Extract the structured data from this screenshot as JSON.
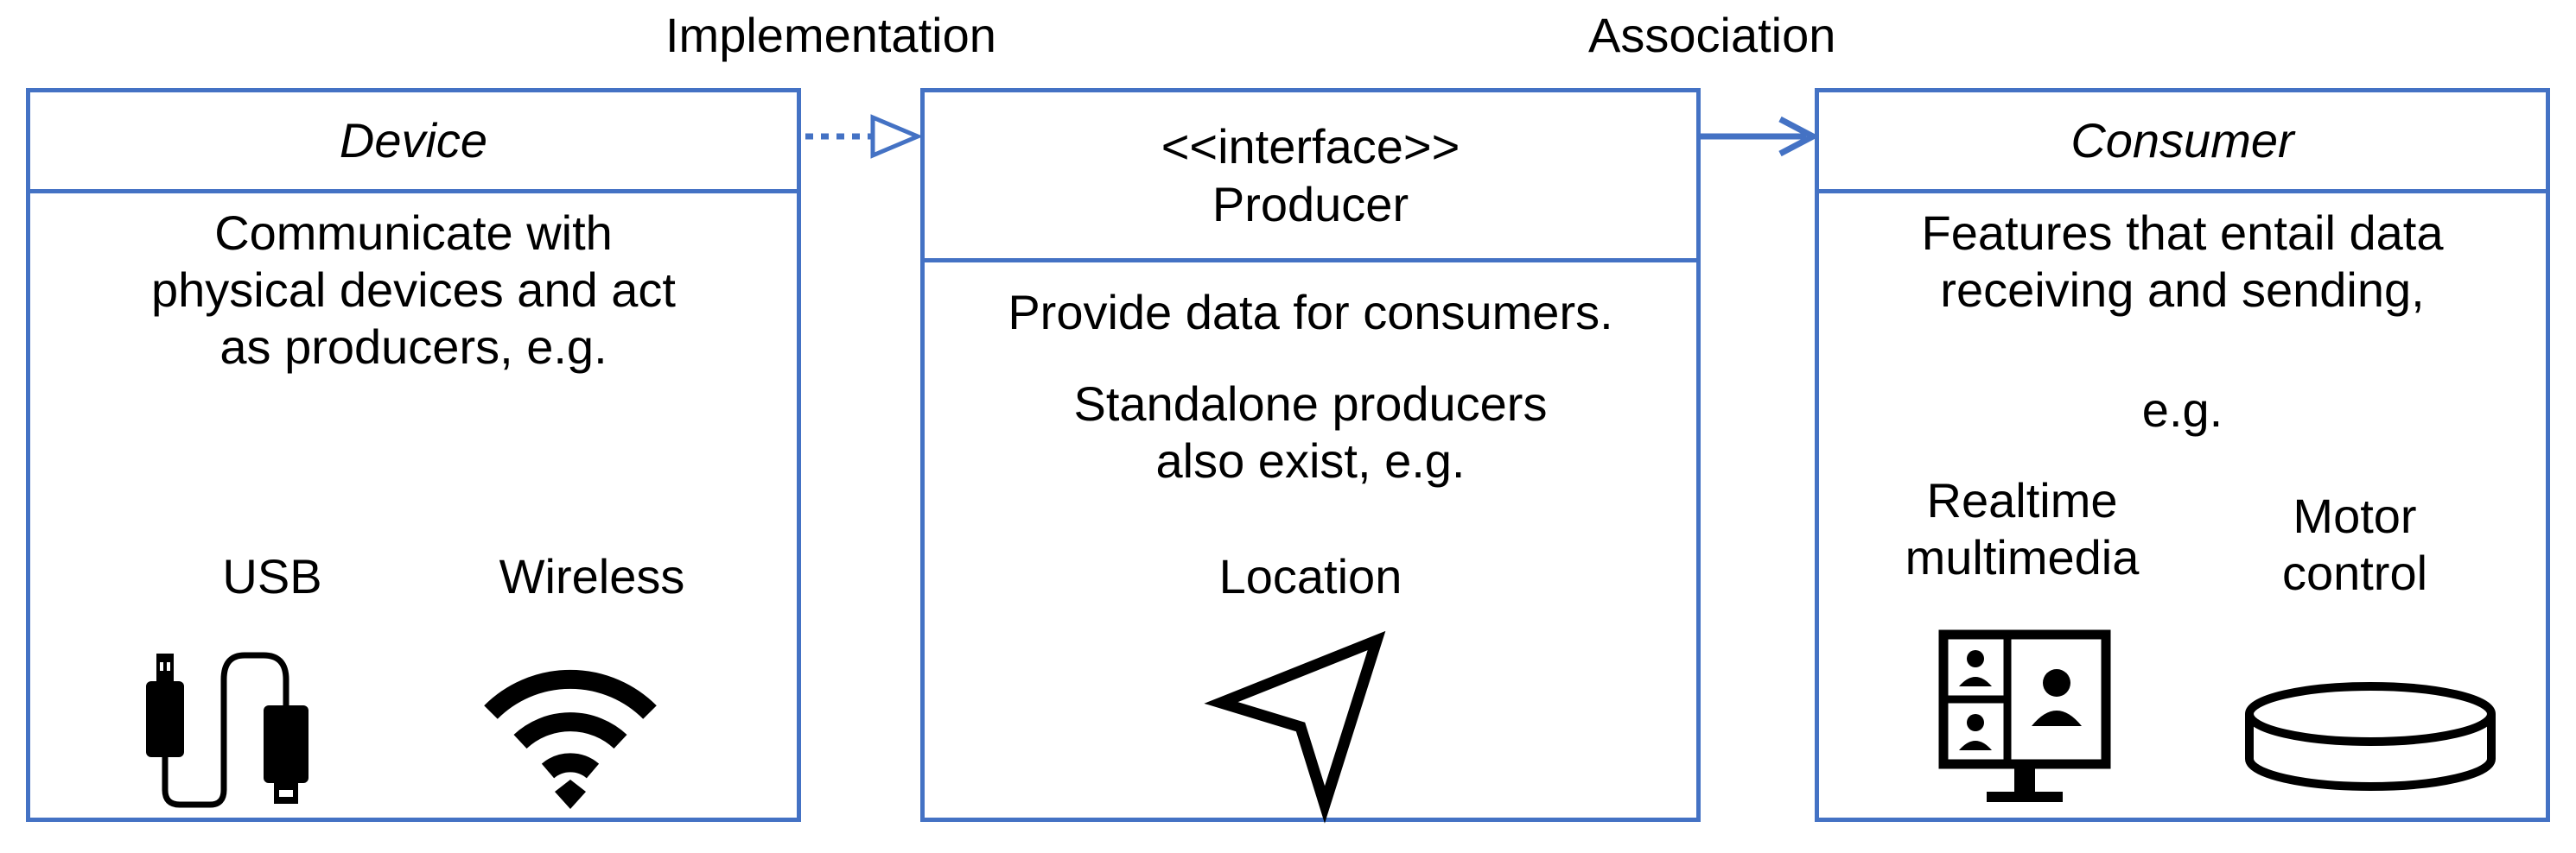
{
  "relations": {
    "implementation": "Implementation",
    "association": "Association"
  },
  "device": {
    "title": "Device",
    "description_lines": [
      "Communicate with",
      "physical devices and act",
      "as producers, e.g."
    ],
    "examples": [
      {
        "label": "USB",
        "icon": "usb-cable-icon"
      },
      {
        "label": "Wireless",
        "icon": "wifi-icon"
      }
    ]
  },
  "producer": {
    "stereotype": "<<interface>>",
    "title": "Producer",
    "description": "Provide data for consumers.",
    "standalone_lines": [
      "Standalone producers",
      "also exist, e.g."
    ],
    "example": {
      "label": "Location",
      "icon": "location-arrow-icon"
    }
  },
  "consumer": {
    "title": "Consumer",
    "description_lines": [
      "Features that entail data",
      "receiving and sending,"
    ],
    "eg": "e.g.",
    "examples": [
      {
        "label_lines": [
          "Realtime",
          "multimedia"
        ],
        "icon": "video-conference-icon"
      },
      {
        "label_lines": [
          "Motor",
          "control"
        ],
        "icon": "motor-disc-icon"
      }
    ]
  },
  "colors": {
    "accent": "#4472C4",
    "text": "#000000"
  }
}
